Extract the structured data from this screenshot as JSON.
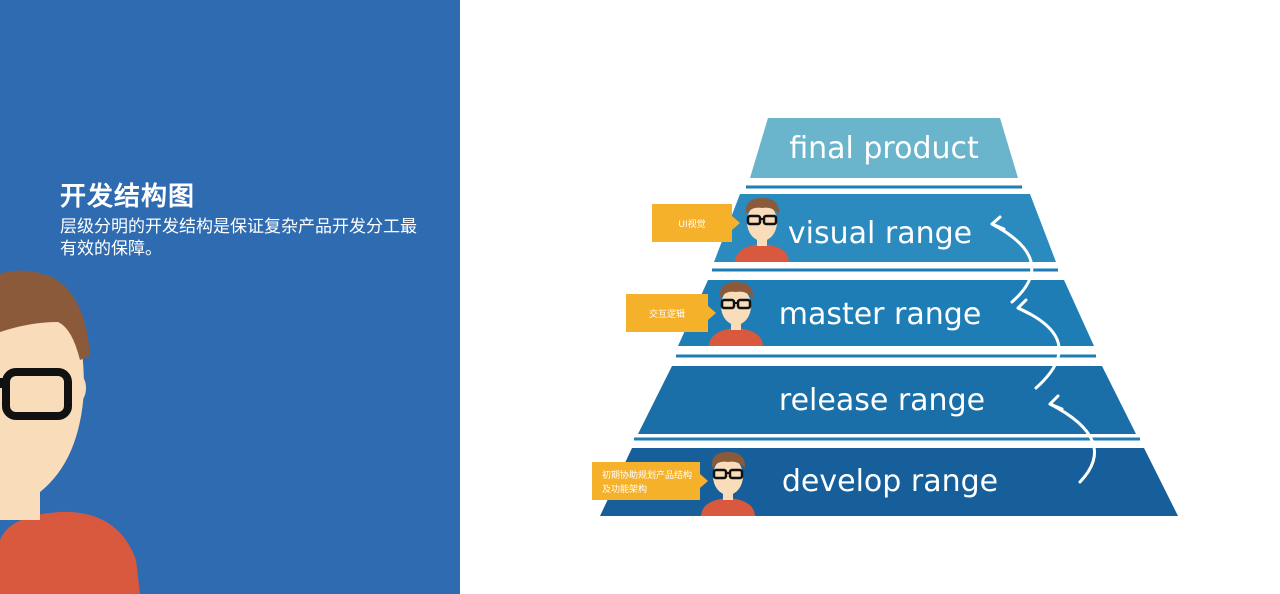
{
  "header": {
    "title": "开发结构图",
    "subtitle": "层级分明的开发结构是保证复杂产品开发分工最有效的保障。"
  },
  "pyramid": {
    "tiers": [
      {
        "label": "final product",
        "color": "#6ab4cc"
      },
      {
        "label": "visual range",
        "color": "#2b8bbf"
      },
      {
        "label": "master range",
        "color": "#1f7db6"
      },
      {
        "label": "release range",
        "color": "#1a6fa8"
      },
      {
        "label": "develop range",
        "color": "#165f9a"
      }
    ],
    "callouts": [
      {
        "text": "UI视觉"
      },
      {
        "text": "交互逻辑"
      },
      {
        "text_line1": "初期协助规划产品结构",
        "text_line2": "及功能架构"
      }
    ]
  },
  "colors": {
    "panel_blue": "#2f6bb0",
    "callout_yellow": "#f6b12a",
    "skin": "#f9dcb9",
    "hair": "#8a5a3b",
    "shirt": "#d9593f",
    "glasses": "#111111"
  }
}
